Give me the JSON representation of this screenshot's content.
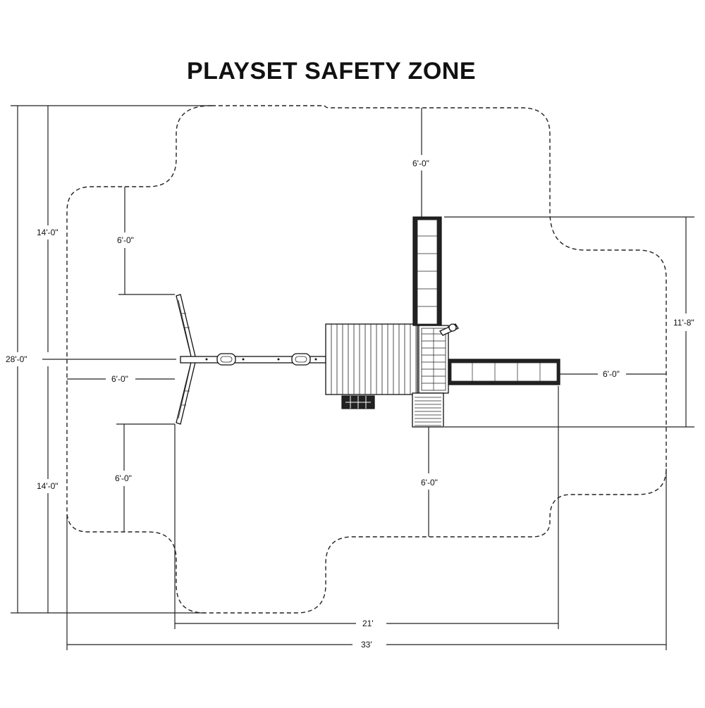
{
  "title": "PLAYSET SAFETY ZONE",
  "dimensions": {
    "overall_height": "28'-0\"",
    "upper_half": "14'-0\"",
    "lower_half": "14'-0\"",
    "swing_top_clearance": "6'-0\"",
    "swing_left_clearance": "6'-0\"",
    "swing_bottom_clearance": "6'-0\"",
    "slide_top_clearance": "6'-0\"",
    "slide_right_clearance": "6'-0\"",
    "fort_bottom_clearance": "6'-0\"",
    "right_height": "11'-8\"",
    "equipment_width": "21'",
    "overall_width": "33'"
  },
  "colors": {
    "line": "#222222",
    "background": "#ffffff"
  }
}
